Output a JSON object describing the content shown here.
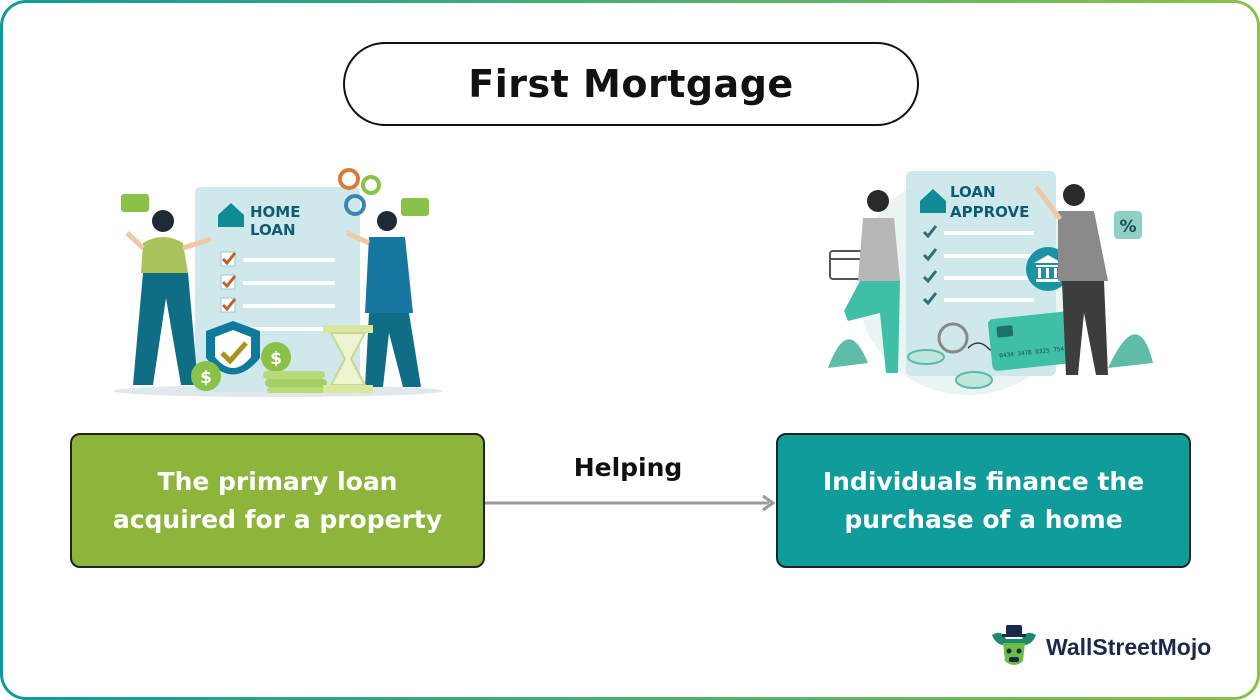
{
  "title": "First Mortgage",
  "left_box": {
    "text": "The primary loan acquired for a property"
  },
  "connector": {
    "label": "Helping"
  },
  "right_box": {
    "text": "Individuals finance the purchase of a home"
  },
  "left_illustration": {
    "heading_line1": "HOME",
    "heading_line2": "LOAN"
  },
  "right_illustration": {
    "heading_line1": "LOAN",
    "heading_line2": "APPROVE",
    "card_number": "0434 3478 0325 7542"
  },
  "brand": {
    "name": "WallStreetMojo"
  },
  "colors": {
    "green": "#8db53c",
    "teal": "#0f9c9b",
    "border_start": "#0f9b9b",
    "border_end": "#8ac249"
  }
}
